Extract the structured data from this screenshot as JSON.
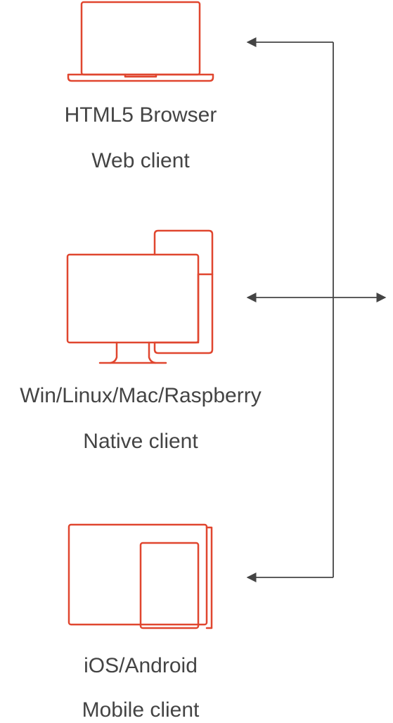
{
  "colors": {
    "device_stroke": "#e0462f",
    "label_text": "#444444",
    "connector": "#444444",
    "background": "#ffffff"
  },
  "clients": [
    {
      "icon": "laptop-icon",
      "line1": "HTML5 Browser",
      "line2": "Web client"
    },
    {
      "icon": "desktop-computer-icon",
      "line1": "Win/Linux/Mac/Raspberry",
      "line2": "Native client"
    },
    {
      "icon": "tablet-phone-icon",
      "line1": "iOS/Android",
      "line2": "Mobile client"
    }
  ]
}
